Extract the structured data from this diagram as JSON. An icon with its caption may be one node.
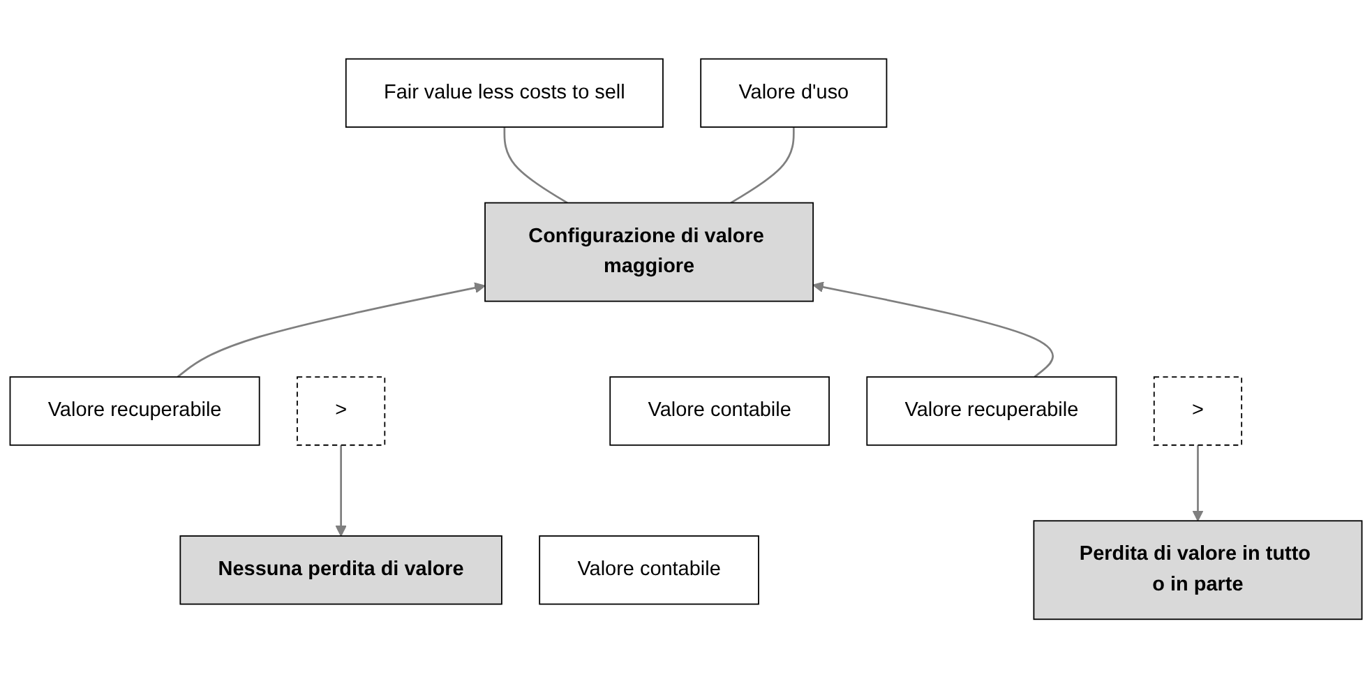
{
  "diagram": {
    "nodes": [
      {
        "text": [
          "Fair value less costs to sell"
        ]
      },
      {
        "text": [
          "Valore d'uso"
        ]
      },
      {
        "text": [
          "Configurazione di valore maggiore"
        ]
      },
      {
        "text": [
          "Valore recuperabile"
        ]
      },
      {
        "text": [
          ">"
        ]
      },
      {
        "text": [
          "Valore contabile"
        ]
      },
      {
        "text": [
          "Valore contabile"
        ]
      },
      {
        "text": [
          ">"
        ]
      },
      {
        "text": [
          "Valore recuperabile"
        ]
      },
      {
        "text": [
          "Nessuna perdita di valore"
        ]
      },
      {
        "text": [
          "Perdita di valore in tutto o in parte"
        ]
      }
    ],
    "edges": [
      {
        "from": 0,
        "to": 2,
        "arrow": "none"
      },
      {
        "from": 1,
        "to": 2,
        "arrow": "none"
      },
      {
        "from": 3,
        "to": 2,
        "arrow": "to"
      },
      {
        "from": 8,
        "to": 2,
        "arrow": "to"
      },
      {
        "from": 4,
        "to": 9,
        "arrow": "to"
      },
      {
        "from": 7,
        "to": 10,
        "arrow": "to"
      }
    ]
  }
}
